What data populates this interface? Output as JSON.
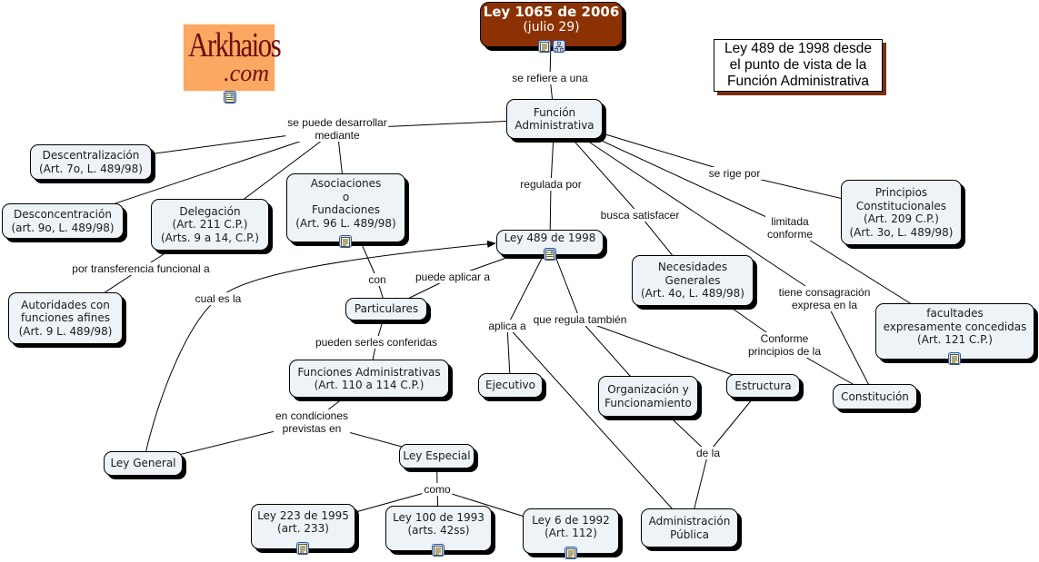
{
  "title_box": {
    "lines": [
      "Ley 489 de 1998 desde",
      "el punto de vista de la",
      "Función Administrativa"
    ]
  },
  "logo": {
    "line1": "Arkhaios",
    "line2": ".com",
    "icon": "image-document-icon"
  },
  "colors": {
    "root_fill": "#8b3103",
    "node_fill": "#edf3f6",
    "logo_fill": "#fca862",
    "logo_text": "#6e0f0f",
    "icon_border": "#2a56a8"
  },
  "nodes": [
    {
      "id": "ley1065",
      "lines": [
        "Ley 1065 de 2006",
        "(julio 29)"
      ],
      "root": true,
      "icons": [
        "document-icon",
        "concept-map-icon"
      ]
    },
    {
      "id": "funcion",
      "lines": [
        "Función",
        "Administrativa"
      ]
    },
    {
      "id": "descentralizacion",
      "lines": [
        "Descentralización",
        "(Art. 7o, L. 489/98)"
      ]
    },
    {
      "id": "desconcentracion",
      "lines": [
        "Desconcentración",
        "(art. 9o, L. 489/98)"
      ]
    },
    {
      "id": "delegacion",
      "lines": [
        "Delegación",
        "(Art. 211 C.P.)",
        "(Arts. 9 a 14, C.P.)"
      ]
    },
    {
      "id": "asociaciones",
      "lines": [
        "Asociaciones",
        "o",
        "Fundaciones",
        "(Art. 96 L. 489/98)"
      ],
      "icons": [
        "document-icon"
      ]
    },
    {
      "id": "autoridades",
      "lines": [
        "Autoridades con",
        "funciones afines",
        "(Art. 9 L. 489/98)"
      ]
    },
    {
      "id": "ley489",
      "lines": [
        "Ley 489 de 1998"
      ],
      "icons": [
        "image-document-icon"
      ]
    },
    {
      "id": "particulares",
      "lines": [
        "Particulares"
      ]
    },
    {
      "id": "funciones_adm",
      "lines": [
        "Funciones Administrativas",
        "(Art. 110 a 114 C.P.)"
      ]
    },
    {
      "id": "ejecutivo",
      "lines": [
        "Ejecutivo"
      ]
    },
    {
      "id": "necesidades",
      "lines": [
        "Necesidades",
        "Generales",
        "(Art. 4o, L. 489/98)"
      ]
    },
    {
      "id": "principios",
      "lines": [
        "Principios",
        "Constitucionales",
        "(Art. 209 C.P.)",
        "(Art. 3o, L. 489/98)"
      ]
    },
    {
      "id": "facultades",
      "lines": [
        "facultades",
        "expresamente concedidas",
        "(Art. 121 C.P.)"
      ],
      "icons": [
        "document-icon"
      ]
    },
    {
      "id": "organizacion",
      "lines": [
        "Organización y",
        "Funcionamiento"
      ]
    },
    {
      "id": "estructura",
      "lines": [
        "Estructura"
      ]
    },
    {
      "id": "constitucion",
      "lines": [
        "Constitución"
      ]
    },
    {
      "id": "ley_general",
      "lines": [
        "Ley General"
      ]
    },
    {
      "id": "ley_especial",
      "lines": [
        "Ley Especial"
      ]
    },
    {
      "id": "ley223",
      "lines": [
        "Ley 223 de 1995",
        "(art. 233)"
      ],
      "icons": [
        "document-icon"
      ]
    },
    {
      "id": "ley100",
      "lines": [
        "Ley 100 de 1993",
        "(arts. 42ss)"
      ],
      "icons": [
        "document-icon"
      ]
    },
    {
      "id": "ley6",
      "lines": [
        "Ley 6 de 1992",
        "(Art. 112)"
      ],
      "icons": [
        "document-icon"
      ]
    },
    {
      "id": "admin_publica",
      "lines": [
        "Administración",
        "Pública"
      ]
    }
  ],
  "link_labels": [
    {
      "id": "se_refiere",
      "lines": [
        "se refiere a una"
      ]
    },
    {
      "id": "se_puede",
      "lines": [
        "se puede desarrollar",
        "mediante"
      ]
    },
    {
      "id": "por_transferencia",
      "lines": [
        "por transferencia funcional a"
      ]
    },
    {
      "id": "regulada_por",
      "lines": [
        "regulada por"
      ]
    },
    {
      "id": "busca_satisfacer",
      "lines": [
        "busca satisfacer"
      ]
    },
    {
      "id": "se_rige",
      "lines": [
        "se rige por"
      ]
    },
    {
      "id": "limitada",
      "lines": [
        "limitada",
        "conforme"
      ]
    },
    {
      "id": "tiene_consagracion",
      "lines": [
        "tiene consagración",
        "expresa en la"
      ]
    },
    {
      "id": "conforme_principios",
      "lines": [
        "Conforme",
        "principios de la"
      ]
    },
    {
      "id": "cual_es_la",
      "lines": [
        "cual es la"
      ]
    },
    {
      "id": "con",
      "lines": [
        "con"
      ]
    },
    {
      "id": "puede_aplicar",
      "lines": [
        "puede aplicar a"
      ]
    },
    {
      "id": "aplica_a",
      "lines": [
        "aplica a"
      ]
    },
    {
      "id": "que_regula",
      "lines": [
        "que regula también"
      ]
    },
    {
      "id": "pueden_serles",
      "lines": [
        "pueden serles conferidas"
      ]
    },
    {
      "id": "en_condiciones",
      "lines": [
        "en condiciones",
        "previstas en"
      ]
    },
    {
      "id": "como",
      "lines": [
        "como"
      ]
    },
    {
      "id": "de_la",
      "lines": [
        "de la"
      ]
    }
  ],
  "connections": [
    [
      "ley1065",
      "se_refiere"
    ],
    [
      "se_refiere",
      "funcion"
    ],
    [
      "funcion",
      "se_puede"
    ],
    [
      "se_puede",
      "descentralizacion"
    ],
    [
      "se_puede",
      "desconcentracion"
    ],
    [
      "se_puede",
      "delegacion"
    ],
    [
      "se_puede",
      "asociaciones"
    ],
    [
      "delegacion",
      "por_transferencia"
    ],
    [
      "por_transferencia",
      "autoridades"
    ],
    [
      "funcion",
      "regulada_por"
    ],
    [
      "regulada_por",
      "ley489"
    ],
    [
      "funcion",
      "busca_satisfacer"
    ],
    [
      "busca_satisfacer",
      "necesidades"
    ],
    [
      "funcion",
      "se_rige"
    ],
    [
      "se_rige",
      "principios"
    ],
    [
      "funcion",
      "limitada"
    ],
    [
      "limitada",
      "facultades"
    ],
    [
      "funcion",
      "tiene_consagracion"
    ],
    [
      "tiene_consagracion",
      "constitucion"
    ],
    [
      "necesidades",
      "conforme_principios"
    ],
    [
      "conforme_principios",
      "constitucion"
    ],
    [
      "ley_general",
      "cual_es_la"
    ],
    [
      "cual_es_la",
      "ley489"
    ],
    [
      "asociaciones",
      "con"
    ],
    [
      "con",
      "particulares"
    ],
    [
      "ley489",
      "puede_aplicar"
    ],
    [
      "puede_aplicar",
      "particulares"
    ],
    [
      "ley489",
      "aplica_a"
    ],
    [
      "aplica_a",
      "ejecutivo"
    ],
    [
      "aplica_a",
      "admin_publica"
    ],
    [
      "ley489",
      "que_regula"
    ],
    [
      "que_regula",
      "organizacion"
    ],
    [
      "que_regula",
      "estructura"
    ],
    [
      "particulares",
      "pueden_serles"
    ],
    [
      "pueden_serles",
      "funciones_adm"
    ],
    [
      "funciones_adm",
      "en_condiciones"
    ],
    [
      "en_condiciones",
      "ley_general"
    ],
    [
      "en_condiciones",
      "ley_especial"
    ],
    [
      "ley_especial",
      "como"
    ],
    [
      "como",
      "ley223"
    ],
    [
      "como",
      "ley100"
    ],
    [
      "como",
      "ley6"
    ],
    [
      "organizacion",
      "de_la"
    ],
    [
      "estructura",
      "de_la"
    ],
    [
      "de_la",
      "admin_publica"
    ]
  ]
}
